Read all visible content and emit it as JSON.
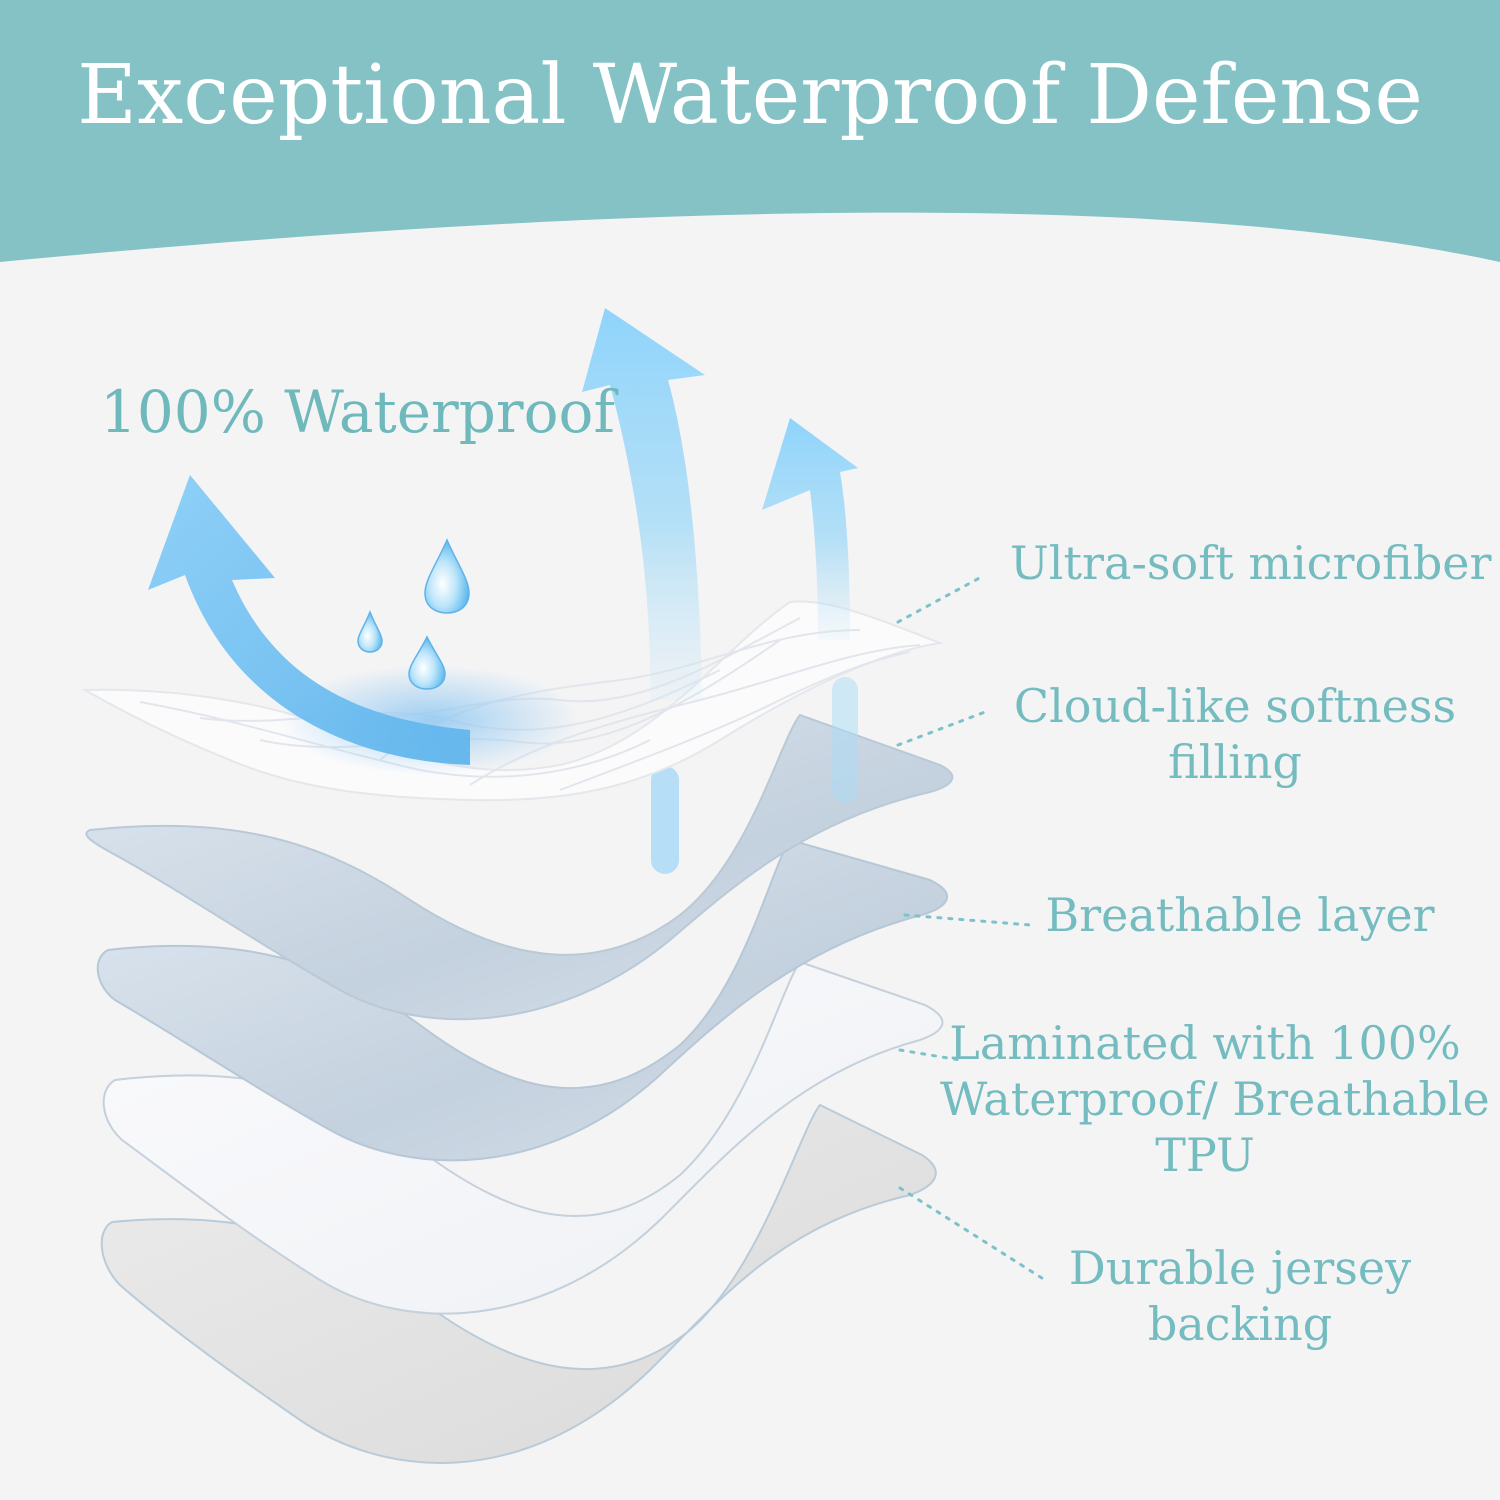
{
  "header": {
    "title": "Exceptional Waterproof Defense"
  },
  "badge": {
    "text": "100% Waterproof"
  },
  "layers": [
    {
      "label_lines": [
        "Ultra-soft microfiber"
      ]
    },
    {
      "label_lines": [
        "Cloud-like softness",
        "filling"
      ]
    },
    {
      "label_lines": [
        "Breathable layer"
      ]
    },
    {
      "label_lines": [
        "Laminated with 100%",
        "Waterproof/ Breathable",
        "TPU"
      ]
    },
    {
      "label_lines": [
        "Durable jersey",
        "backing"
      ]
    }
  ],
  "colors": {
    "header_band": "#84c2c6",
    "label_teal": "#74bcc0",
    "arrow_blue": "#8fd0f6",
    "background": "#f4f4f5"
  },
  "icons": [
    "up-arrow-icon",
    "water-drop-icon"
  ]
}
